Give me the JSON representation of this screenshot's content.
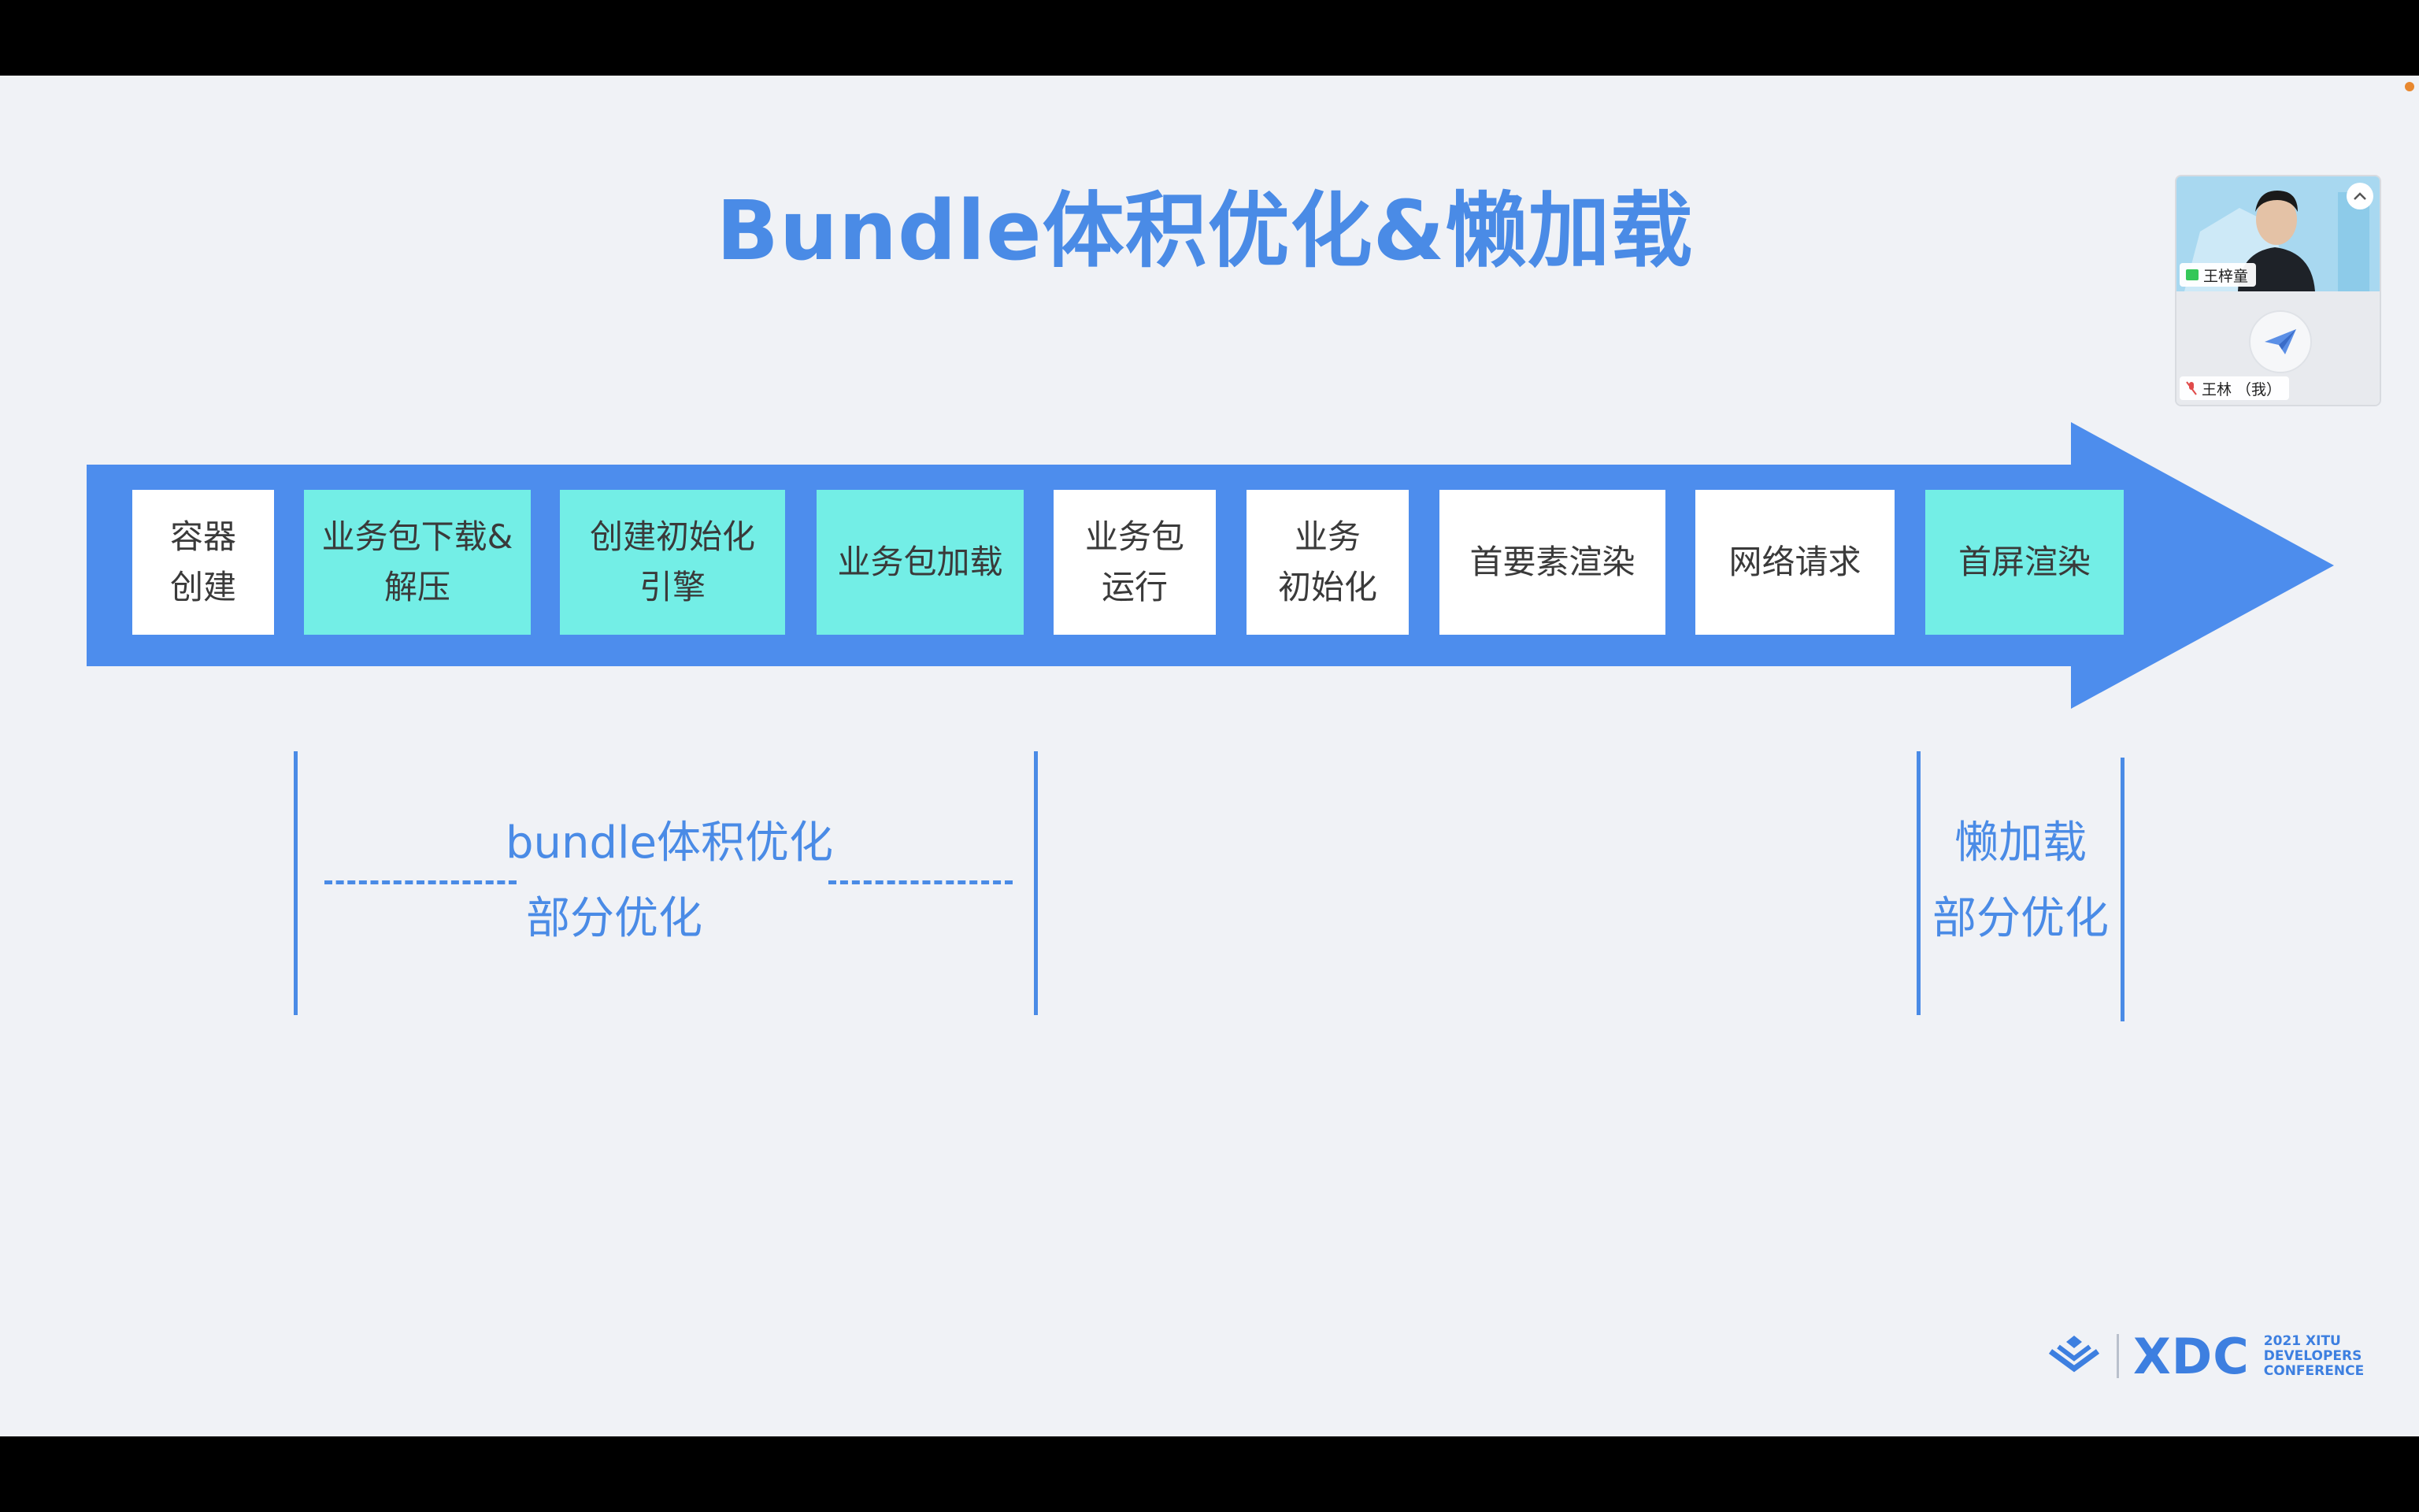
{
  "slide": {
    "title": "Bundle体积优化&懒加载",
    "steps": [
      {
        "label": "容器\n创建",
        "highlight": false
      },
      {
        "label": "业务包下载&\n解压",
        "highlight": true
      },
      {
        "label": "创建初始化\n引擎",
        "highlight": true
      },
      {
        "label": "业务包加载",
        "highlight": true
      },
      {
        "label": "业务包\n运行",
        "highlight": false
      },
      {
        "label": "业务\n初始化",
        "highlight": false
      },
      {
        "label": "首要素渲染",
        "highlight": false
      },
      {
        "label": "网络请求",
        "highlight": false
      },
      {
        "label": "首屏渲染",
        "highlight": true
      }
    ],
    "bracket_left": {
      "line1": "bundle体积优化",
      "line2": "部分优化"
    },
    "bracket_right": {
      "line1": "懒加载",
      "line2": "部分优化"
    },
    "colors": {
      "accent": "#4a8be6",
      "arrow": "#4d8ded",
      "highlight": "#73eee6",
      "background": "#f0f2f6"
    }
  },
  "video_panel": {
    "speaker_name": "王梓童",
    "self_name": "王林 （我）",
    "collapse_icon": "chevron-up-icon",
    "speaker_icon": "screen-share-icon",
    "muted_icon": "mic-muted-icon"
  },
  "logo": {
    "brand": "XDC",
    "sub_line1": "2021 XITU",
    "sub_line2": "DEVELOPERS",
    "sub_line3": "CONFERENCE"
  }
}
